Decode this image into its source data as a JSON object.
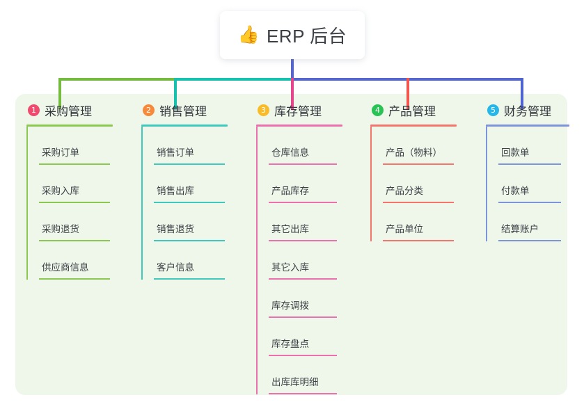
{
  "root": {
    "icon": "thumbs-up-icon",
    "icon_glyph": "👍",
    "title": "ERP 后台"
  },
  "colors": {
    "panel_bg": "#eef7e9",
    "root_text": "#3b3f46",
    "bus_green": "#74bb3f",
    "bus_teal": "#16c1b0",
    "bus_blue": "#5566cc"
  },
  "columns": [
    {
      "index": "1",
      "title": "采购管理",
      "badge_color": "#f04a6e",
      "line_color": "#8cc751",
      "items": [
        {
          "label": "采购订单"
        },
        {
          "label": "采购入库"
        },
        {
          "label": "采购退货"
        },
        {
          "label": "供应商信息"
        }
      ]
    },
    {
      "index": "2",
      "title": "销售管理",
      "badge_color": "#f6893a",
      "line_color": "#3fc8bc",
      "items": [
        {
          "label": "销售订单"
        },
        {
          "label": "销售出库"
        },
        {
          "label": "销售退货"
        },
        {
          "label": "客户信息"
        }
      ]
    },
    {
      "index": "3",
      "title": "库存管理",
      "badge_color": "#f9bb27",
      "line_color": "#ec6fae",
      "items": [
        {
          "label": "仓库信息"
        },
        {
          "label": "产品库存"
        },
        {
          "label": "其它出库"
        },
        {
          "label": "其它入库"
        },
        {
          "label": "库存调拨"
        },
        {
          "label": "库存盘点"
        },
        {
          "label": "出库库明细"
        }
      ]
    },
    {
      "index": "4",
      "title": "产品管理",
      "badge_color": "#28c255",
      "line_color": "#f4756b",
      "items": [
        {
          "label": "产品（物料）"
        },
        {
          "label": "产品分类"
        },
        {
          "label": "产品单位"
        }
      ]
    },
    {
      "index": "5",
      "title": "财务管理",
      "badge_color": "#26b6e8",
      "line_color": "#7d94d8",
      "items": [
        {
          "label": "回款单"
        },
        {
          "label": "付款单"
        },
        {
          "label": "结算账户"
        }
      ]
    }
  ]
}
